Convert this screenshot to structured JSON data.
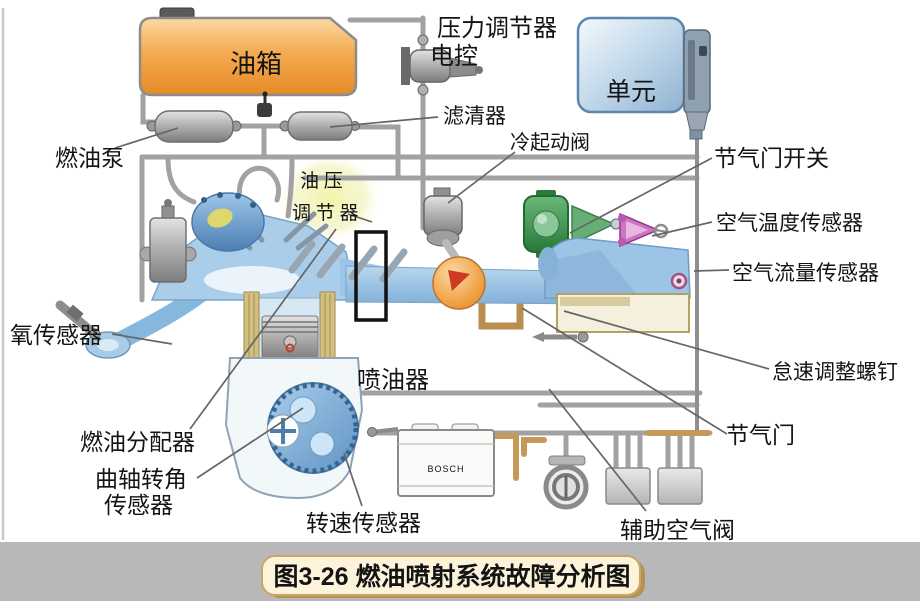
{
  "figure": {
    "caption": "图3-26  燃油喷射系统故障分析图"
  },
  "labels": {
    "fuel_tank": "油箱",
    "pressure_regulator": "压力调节器",
    "ecu_prefix": "电控",
    "ecu_unit": "单元",
    "filter": "滤清器",
    "cold_start_valve": "冷起动阀",
    "throttle_switch": "节气门开关",
    "fuel_pump": "燃油泵",
    "oil_pressure_line1": "油 压",
    "oil_pressure_line2": "调 节 器",
    "air_temp_sensor": "空气温度传感器",
    "air_flow_sensor": "空气流量传感器",
    "oxygen_sensor": "氧传感器",
    "injector": "喷油器",
    "idle_screw": "怠速调整螺钉",
    "throttle": "节气门",
    "fuel_distributor": "燃油分配器",
    "crank_angle_line1": "曲轴转角",
    "crank_angle_line2": "传感器",
    "speed_sensor": "转速传感器",
    "aux_air_valve": "辅助空气阀",
    "battery_brand": "BOSCH"
  },
  "colors": {
    "tank_orange": "#ef9c3b",
    "ecu_blue": "#a9c6e0",
    "engine_blue": "#9cc4e6",
    "valve_green": "#3f9a52",
    "sensor_pink": "#cf74c4",
    "pipe_gray": "#a2a2a2",
    "pipe_tan": "#c59a58",
    "caption_box": "#fcf3da",
    "footer_gray": "#b8b8b8"
  }
}
